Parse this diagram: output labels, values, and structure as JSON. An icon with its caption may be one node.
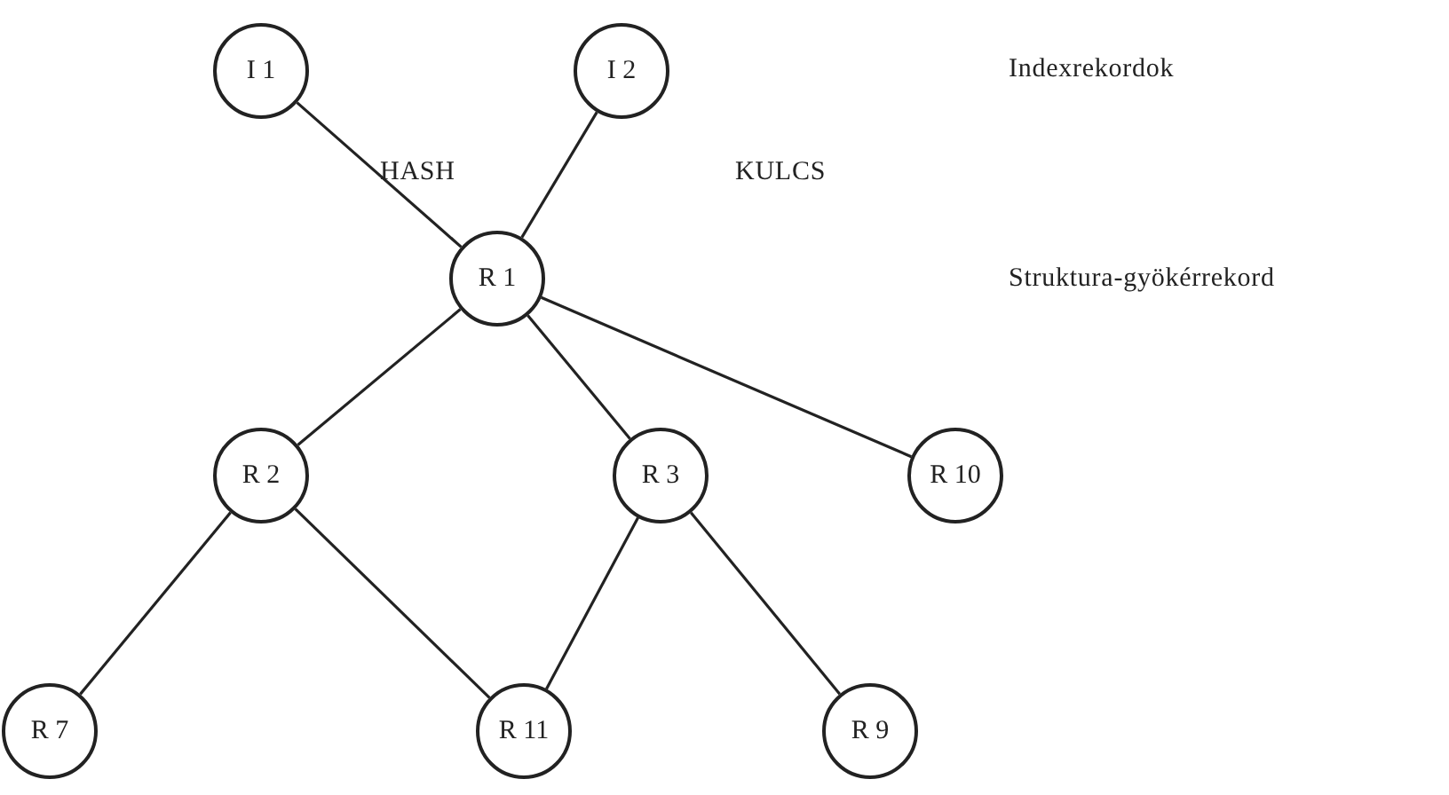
{
  "diagram": {
    "nodes": [
      {
        "text": [
          "I 1"
        ]
      },
      {
        "text": [
          "I 2"
        ]
      },
      {
        "text": [
          "R 1"
        ]
      },
      {
        "text": [
          "R 2"
        ]
      },
      {
        "text": [
          "R 3"
        ]
      },
      {
        "text": [
          "R 10"
        ]
      },
      {
        "text": [
          "R 7"
        ]
      },
      {
        "text": [
          "R 11"
        ]
      },
      {
        "text": [
          "R 9"
        ]
      }
    ],
    "edges": [
      {
        "from": 0,
        "to": 2,
        "arrow": "none"
      },
      {
        "from": 1,
        "to": 2,
        "arrow": "none"
      },
      {
        "from": 2,
        "to": 3,
        "arrow": "none"
      },
      {
        "from": 2,
        "to": 4,
        "arrow": "none"
      },
      {
        "from": 2,
        "to": 5,
        "arrow": "none"
      },
      {
        "from": 3,
        "to": 6,
        "arrow": "none"
      },
      {
        "from": 3,
        "to": 7,
        "arrow": "none"
      },
      {
        "from": 4,
        "to": 7,
        "arrow": "none"
      },
      {
        "from": 4,
        "to": 8,
        "arrow": "none"
      }
    ],
    "labels": [
      "Indexrekordok",
      "HASH",
      "KULCS",
      "Struktura-gyökérrekord"
    ]
  }
}
